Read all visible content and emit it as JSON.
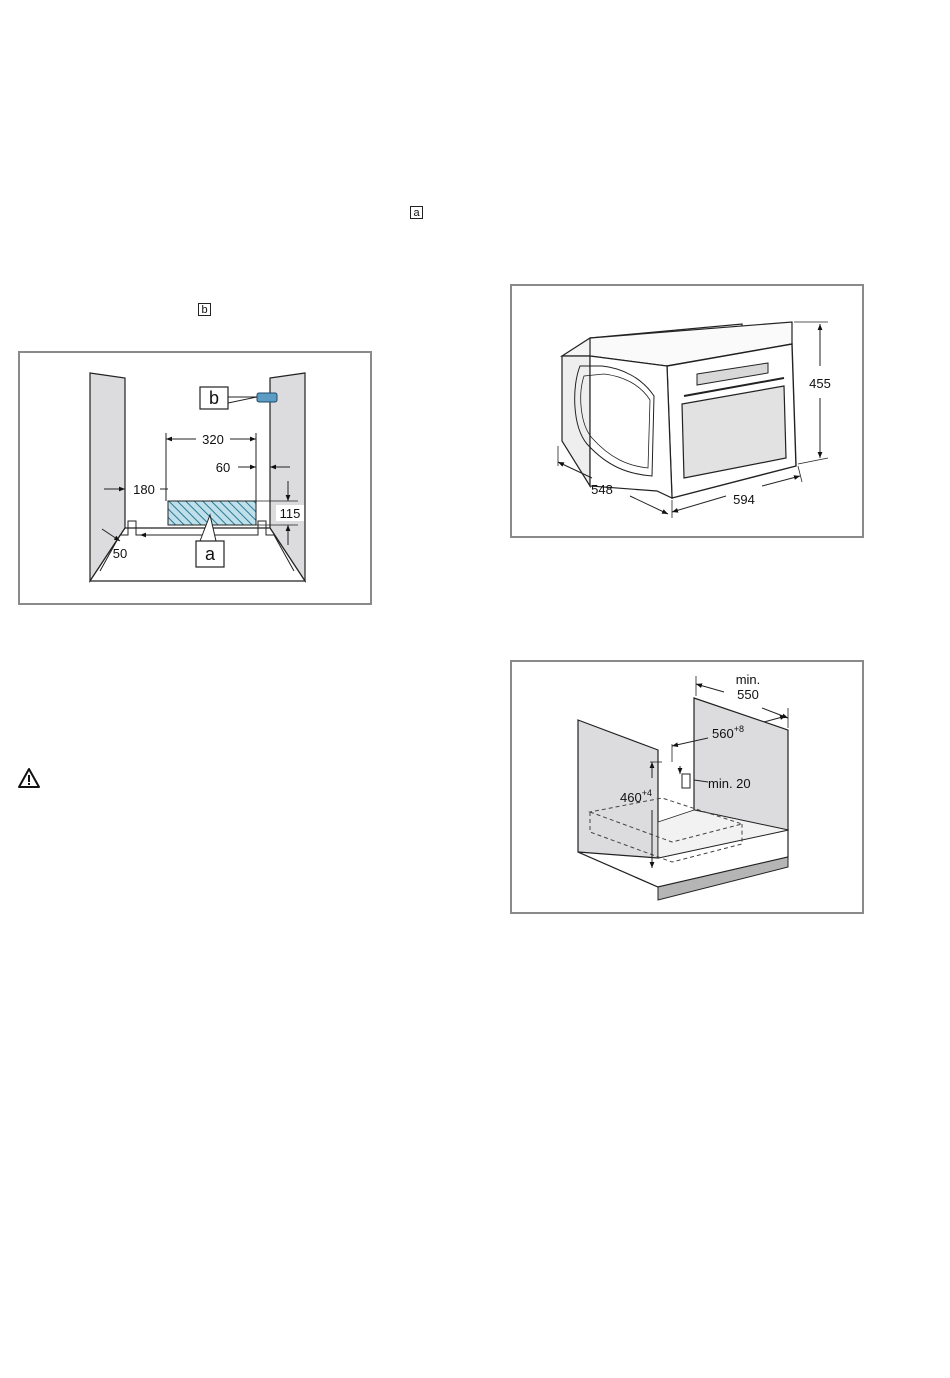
{
  "refs": {
    "ref_a": "a",
    "ref_b": "b"
  },
  "fig1": {
    "callout_b": "b",
    "callout_a": "a",
    "dim_320": "320",
    "dim_60": "60",
    "dim_180": "180",
    "dim_115": "115",
    "dim_50": "50"
  },
  "fig2": {
    "dim_height": "455",
    "dim_depth": "548",
    "dim_width": "594"
  },
  "fig3": {
    "dim_min": "min.",
    "dim_550": "550",
    "dim_560": "560",
    "dim_560_tol": "+8",
    "dim_460": "460",
    "dim_460_tol": "+4",
    "dim_min20": "min. 20"
  },
  "warning": {
    "icon": "warning-triangle-icon"
  }
}
